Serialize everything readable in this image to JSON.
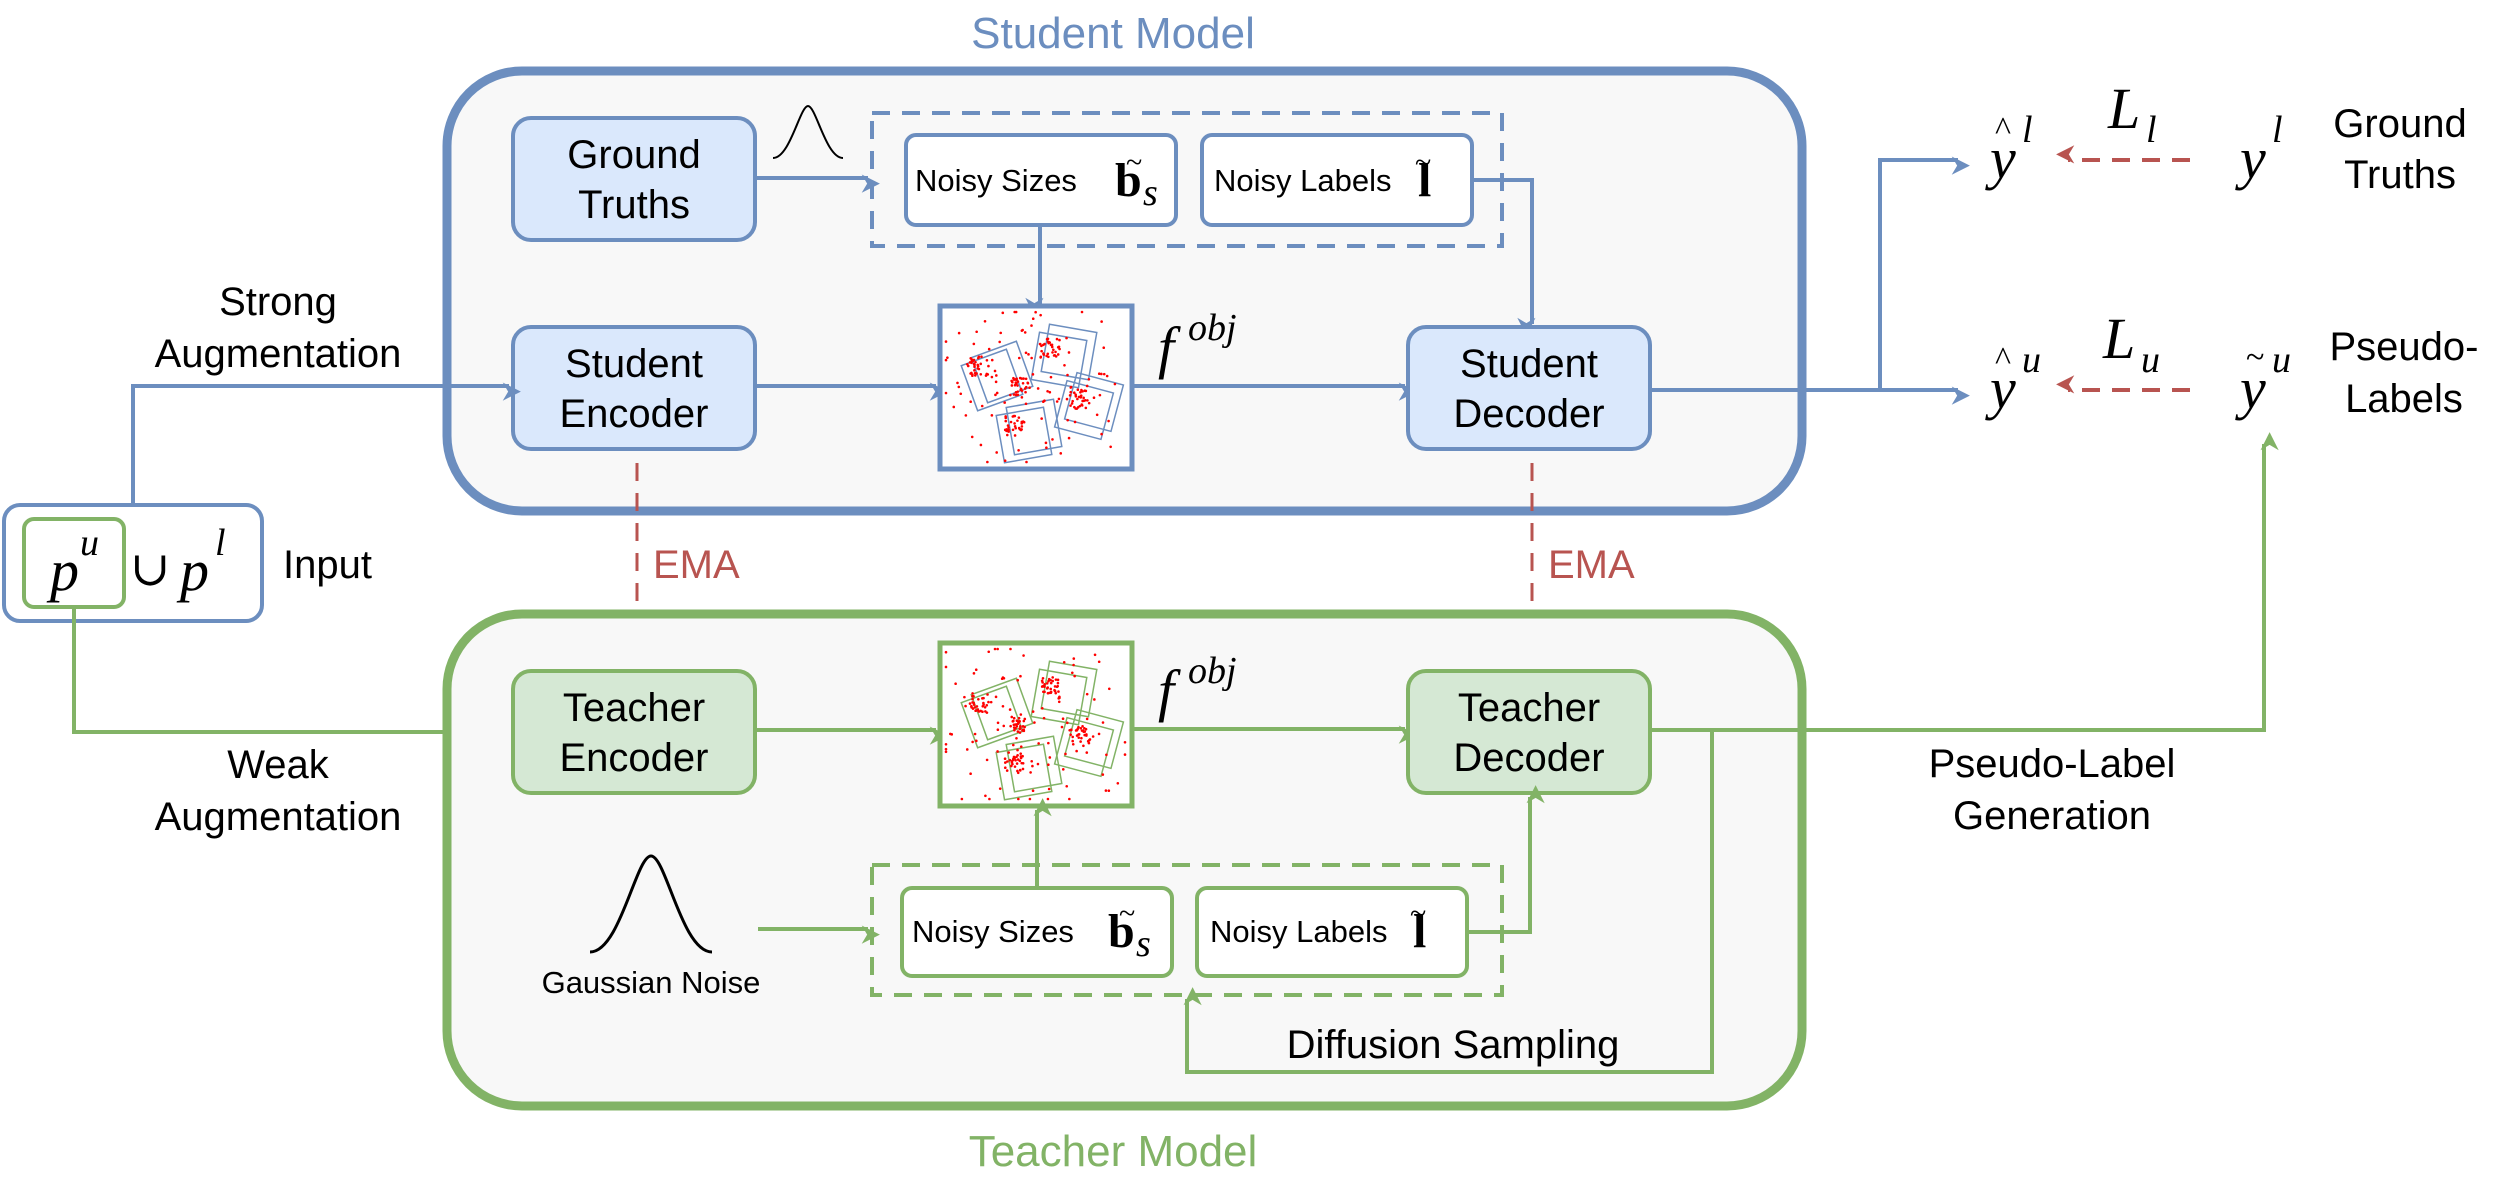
{
  "colors": {
    "blue": "#6C8EBF",
    "blue_fill": "#DAE8FC",
    "green": "#82B366",
    "green_fill": "#D5E8D4",
    "red": "#B85450",
    "panel_fill": "#F8F8F8",
    "points": "#FF0000"
  },
  "student": {
    "title": "Student Model",
    "ground_truths": [
      "Ground",
      "Truths"
    ],
    "encoder": [
      "Student",
      "Encoder"
    ],
    "decoder": [
      "Student",
      "Decoder"
    ],
    "noisy_sizes": "Noisy Sizes",
    "noisy_sizes_symbol": "b",
    "noisy_sizes_sub": "s",
    "noisy_labels": "Noisy Labels",
    "noisy_labels_symbol": "l",
    "feature": "f",
    "feature_sup": "obj"
  },
  "teacher": {
    "title": "Teacher Model",
    "encoder": [
      "Teacher",
      "Encoder"
    ],
    "decoder": [
      "Teacher",
      "Decoder"
    ],
    "gaussian_noise": "Gaussian  Noise",
    "noisy_sizes": "Noisy Sizes",
    "noisy_sizes_symbol": "b",
    "noisy_sizes_sub": "s",
    "noisy_labels": "Noisy Labels",
    "noisy_labels_symbol": "l",
    "feature": "f",
    "feature_sup": "obj",
    "diffusion_sampling": "Diffusion Sampling"
  },
  "input": {
    "label": "Input",
    "p": "p",
    "sup_u": "u",
    "union": "∪",
    "sup_l": "l"
  },
  "edges": {
    "strong_aug": [
      "Strong",
      "Augmentation"
    ],
    "weak_aug": [
      "Weak",
      "Augmentation"
    ],
    "ema_left": "EMA",
    "ema_right": "EMA",
    "pseudo_label_gen": [
      "Pseudo-Label",
      "Generation"
    ]
  },
  "outputs": {
    "y_hat_l": "y",
    "y_hat_l_sup": "l",
    "loss_l": "L",
    "loss_l_sub": "l",
    "y_l": "y",
    "y_l_sup": "l",
    "ground_truths": [
      "Ground",
      "Truths"
    ],
    "y_hat_u": "y",
    "y_hat_u_sup": "u",
    "loss_u": "L",
    "loss_u_sub": "u",
    "y_tilde_u": "y",
    "y_tilde_u_sup": "u",
    "pseudo_labels": [
      "Pseudo-",
      "Labels"
    ]
  }
}
